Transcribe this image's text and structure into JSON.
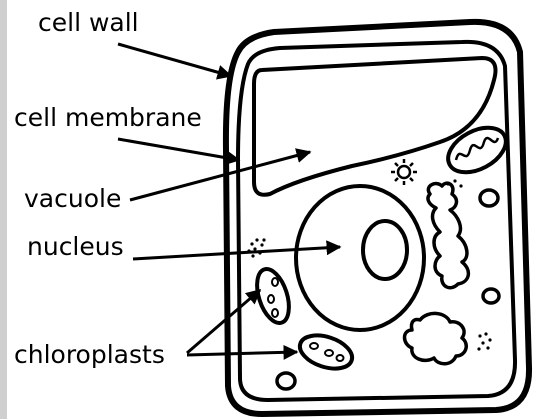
{
  "diagram": {
    "labels": {
      "cell_wall": "cell wall",
      "cell_membrane": "cell membrane",
      "vacuole": "vacuole",
      "nucleus": "nucleus",
      "chloroplasts": "chloroplasts"
    },
    "colors": {
      "ink": "#000000",
      "background": "#ffffff",
      "left_strip": "#cfcfcf"
    }
  }
}
